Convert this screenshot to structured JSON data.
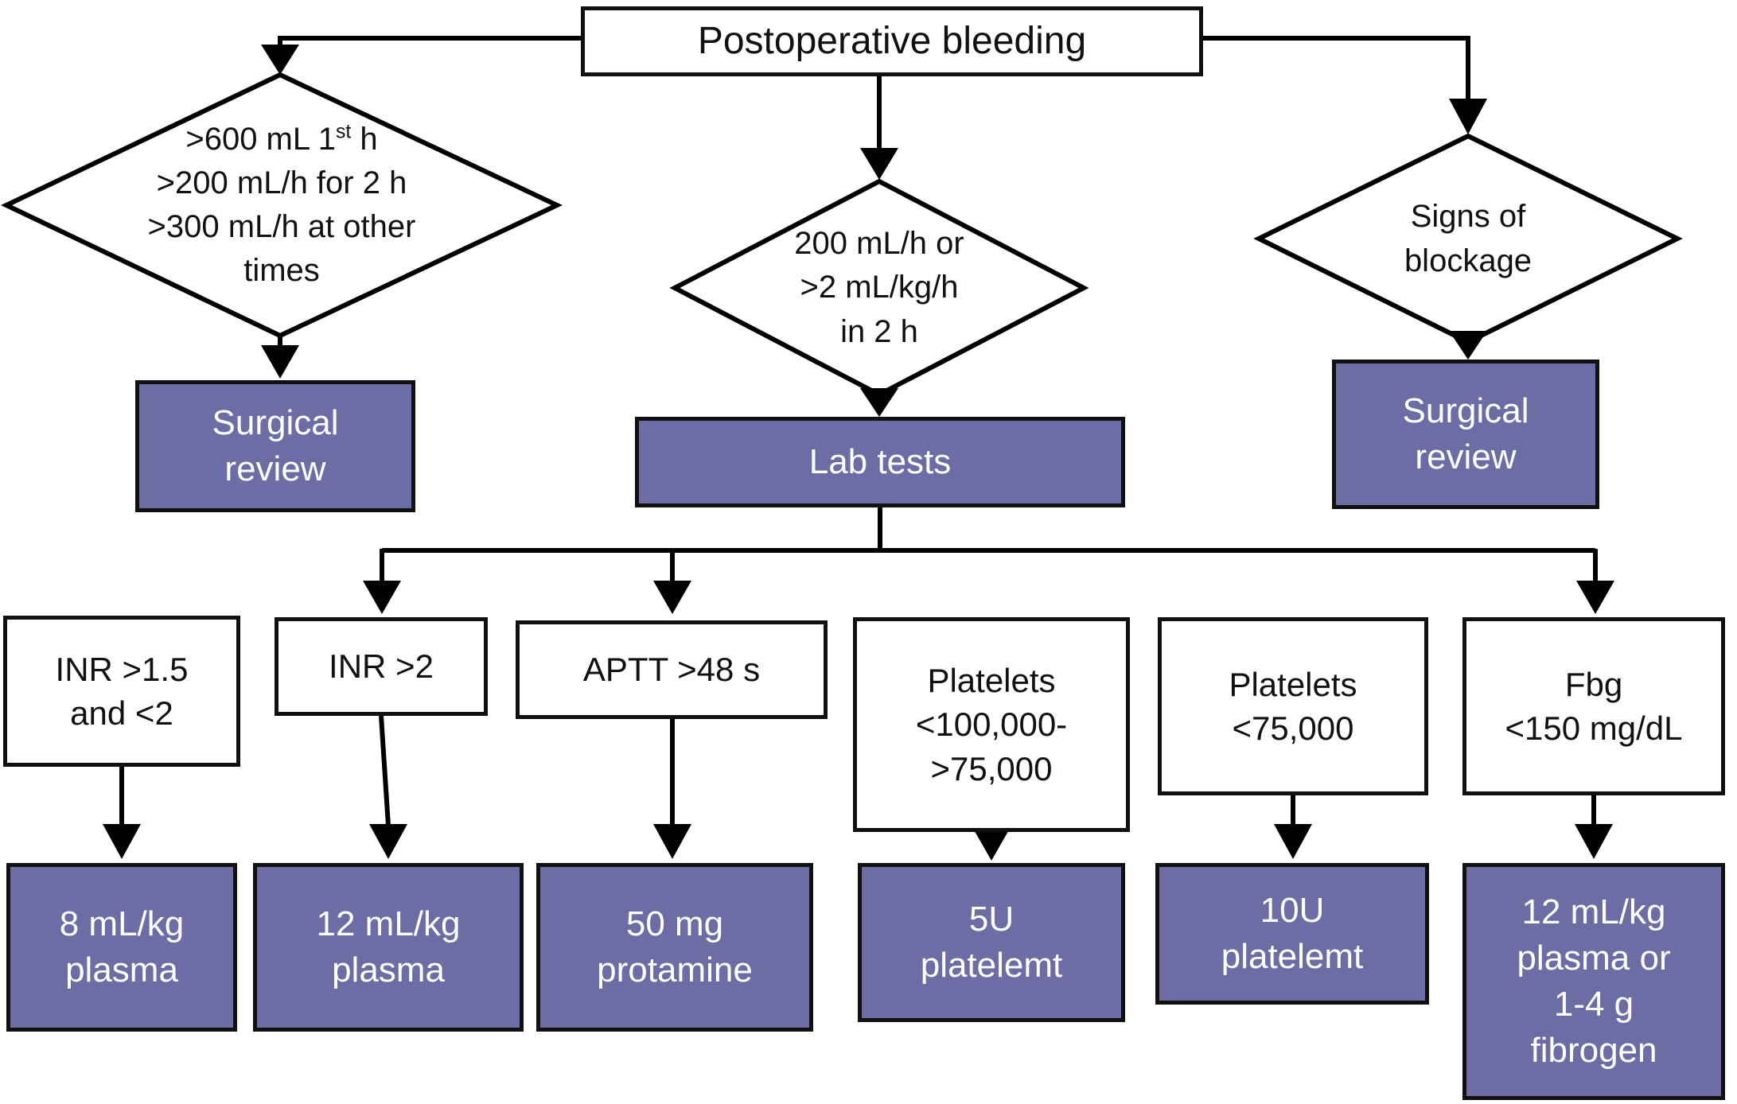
{
  "title": {
    "text": "Postoperative bleeding"
  },
  "diamonds": {
    "criteria_severe": {
      "line1_pre": ">600 mL 1",
      "line1_sup": "st",
      "line1_post": " h",
      "line2": ">200 mL/h for 2 h",
      "line3": ">300 mL/h at other",
      "line4": "times"
    },
    "criteria_moderate": {
      "line1": "200 mL/h or",
      "line2": ">2 mL/kg/h",
      "line3": "in 2 h"
    },
    "blockage": {
      "line1": "Signs of",
      "line2": "blockage"
    }
  },
  "actions": {
    "surgical_review_left": {
      "lines": [
        "Surgical",
        "review"
      ]
    },
    "lab_tests": {
      "lines": [
        "Lab tests"
      ]
    },
    "surgical_review_right": {
      "lines": [
        "Surgical",
        "review"
      ]
    }
  },
  "lab_results": {
    "inr_mild": {
      "lines": [
        "INR >1.5",
        "and <2"
      ]
    },
    "inr_high": {
      "lines": [
        "INR >2"
      ]
    },
    "aptt": {
      "lines": [
        "APTT >48 s"
      ]
    },
    "platelets_mid": {
      "lines": [
        "Platelets",
        "<100,000-",
        ">75,000"
      ]
    },
    "platelets_low": {
      "lines": [
        "Platelets",
        "<75,000"
      ]
    },
    "fibrinogen_low": {
      "lines": [
        "Fbg",
        "<150 mg/dL"
      ]
    }
  },
  "treatments": {
    "plasma_8": {
      "lines": [
        "8 mL/kg",
        "plasma"
      ]
    },
    "plasma_12": {
      "lines": [
        "12 mL/kg",
        "plasma"
      ]
    },
    "protamine": {
      "lines": [
        "50 mg",
        "protamine"
      ]
    },
    "platelets_5u": {
      "lines": [
        "5U",
        "platelemt"
      ]
    },
    "platelets_10u": {
      "lines": [
        "10U",
        "platelemt"
      ]
    },
    "plasma_fibrinogen": {
      "lines": [
        "12 mL/kg",
        "plasma or",
        "1-4 g",
        "fibrogen"
      ]
    }
  },
  "colors": {
    "action_fill": "#6b6da4",
    "action_text": "#ffffff",
    "line": "#000000",
    "box_fill": "#ffffff",
    "box_text": "#111111"
  }
}
